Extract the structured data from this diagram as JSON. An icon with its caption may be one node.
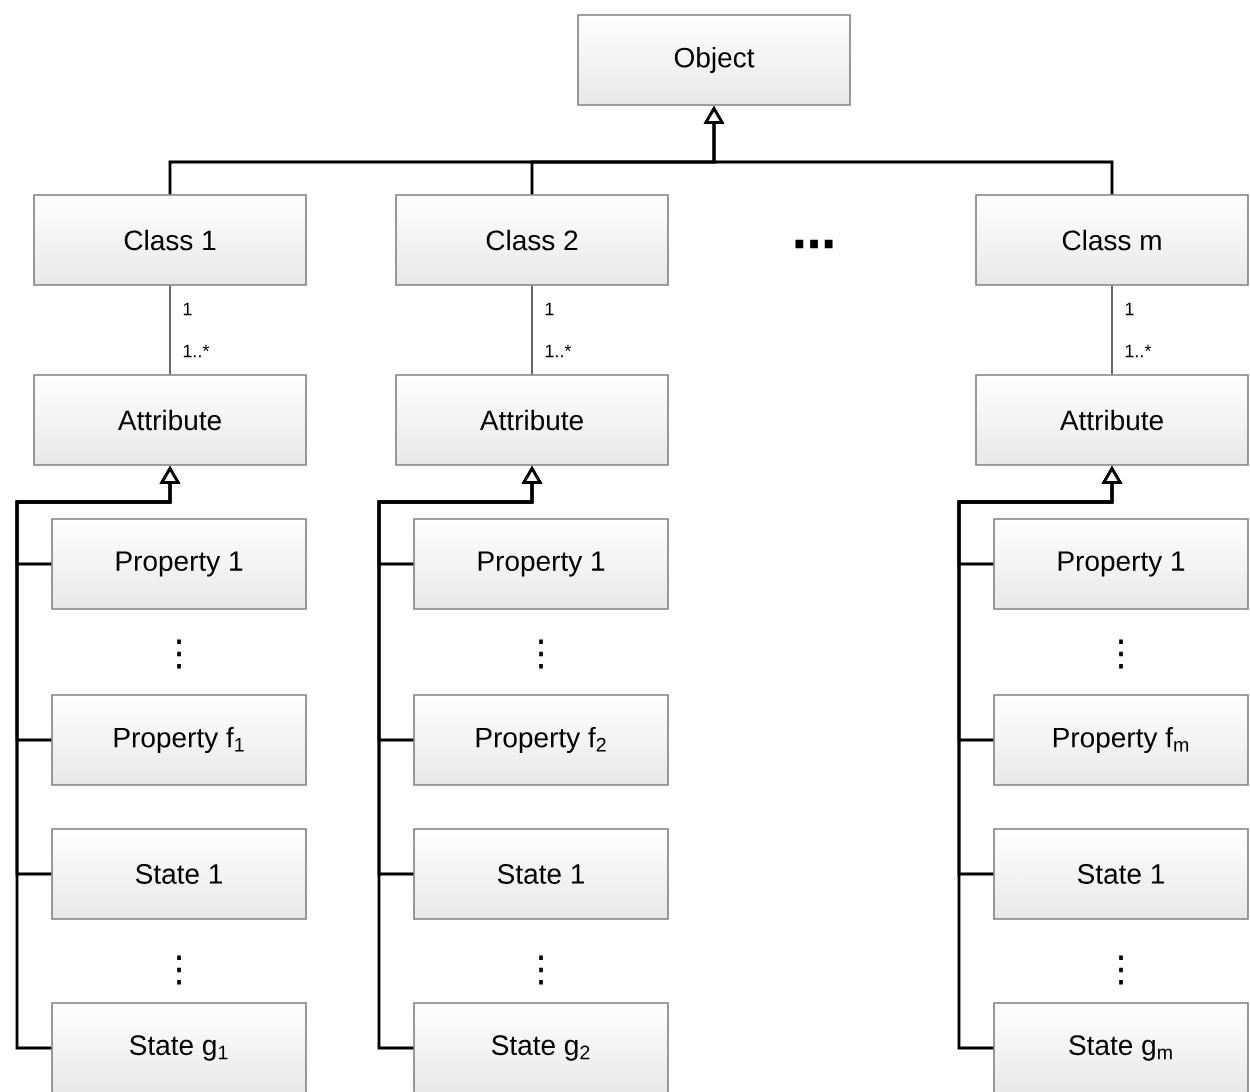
{
  "diagram": {
    "nodes": [
      {
        "text": [
          "Object"
        ]
      },
      {
        "text": [
          "Class 1"
        ],
        "beside": [
          "1"
        ]
      },
      {
        "text": [
          "Class 2"
        ],
        "beside": [
          "1"
        ]
      },
      {
        "text": [
          "Class m"
        ],
        "beside": [
          "1"
        ]
      },
      {
        "text": [
          "Attribute"
        ],
        "beside": [
          "1..*"
        ]
      },
      {
        "text": [
          "Attribute"
        ],
        "beside": [
          "1..*"
        ]
      },
      {
        "text": [
          "Attribute"
        ],
        "beside": [
          "1..*"
        ]
      },
      {
        "text": [
          "Property 1"
        ]
      },
      {
        "text": [
          "Property f$_{1}$"
        ]
      },
      {
        "text": [
          "State 1"
        ]
      },
      {
        "text": [
          "State g$_{1}$"
        ]
      },
      {
        "text": [
          "Property 1"
        ]
      },
      {
        "text": [
          "Property f$_{2}$"
        ]
      },
      {
        "text": [
          "State 1"
        ]
      },
      {
        "text": [
          "State g$_{2}$"
        ]
      },
      {
        "text": [
          "Property 1"
        ]
      },
      {
        "text": [
          "Property f$_{m}$"
        ]
      },
      {
        "text": [
          "State 1"
        ]
      },
      {
        "text": [
          "State g$_{m}$"
        ]
      }
    ],
    "edges": [
      {
        "from": 1,
        "to": 0,
        "arrow": "to"
      },
      {
        "from": 2,
        "to": 0,
        "arrow": "to"
      },
      {
        "from": 3,
        "to": 0,
        "arrow": "to"
      },
      {
        "from": 1,
        "to": 4,
        "arrow": "none",
        "color": "#595959"
      },
      {
        "from": 2,
        "to": 5,
        "arrow": "none",
        "color": "#595959"
      },
      {
        "from": 3,
        "to": 6,
        "arrow": "none",
        "color": "#595959"
      },
      {
        "from": 7,
        "to": 4,
        "arrow": "to"
      },
      {
        "from": 8,
        "to": 4,
        "arrow": "to"
      },
      {
        "from": 9,
        "to": 4,
        "arrow": "to"
      },
      {
        "from": 10,
        "to": 4,
        "arrow": "to"
      },
      {
        "from": 11,
        "to": 5,
        "arrow": "to"
      },
      {
        "from": 12,
        "to": 5,
        "arrow": "to"
      },
      {
        "from": 13,
        "to": 5,
        "arrow": "to"
      },
      {
        "from": 14,
        "to": 5,
        "arrow": "to"
      },
      {
        "from": 15,
        "to": 6,
        "arrow": "to"
      },
      {
        "from": 16,
        "to": 6,
        "arrow": "to"
      },
      {
        "from": 17,
        "to": 6,
        "arrow": "to"
      },
      {
        "from": 18,
        "to": 6,
        "arrow": "to"
      }
    ],
    "labels": [
      "…",
      "⋮",
      "⋮",
      "⋮",
      "⋮",
      "⋮",
      "⋮"
    ]
  }
}
